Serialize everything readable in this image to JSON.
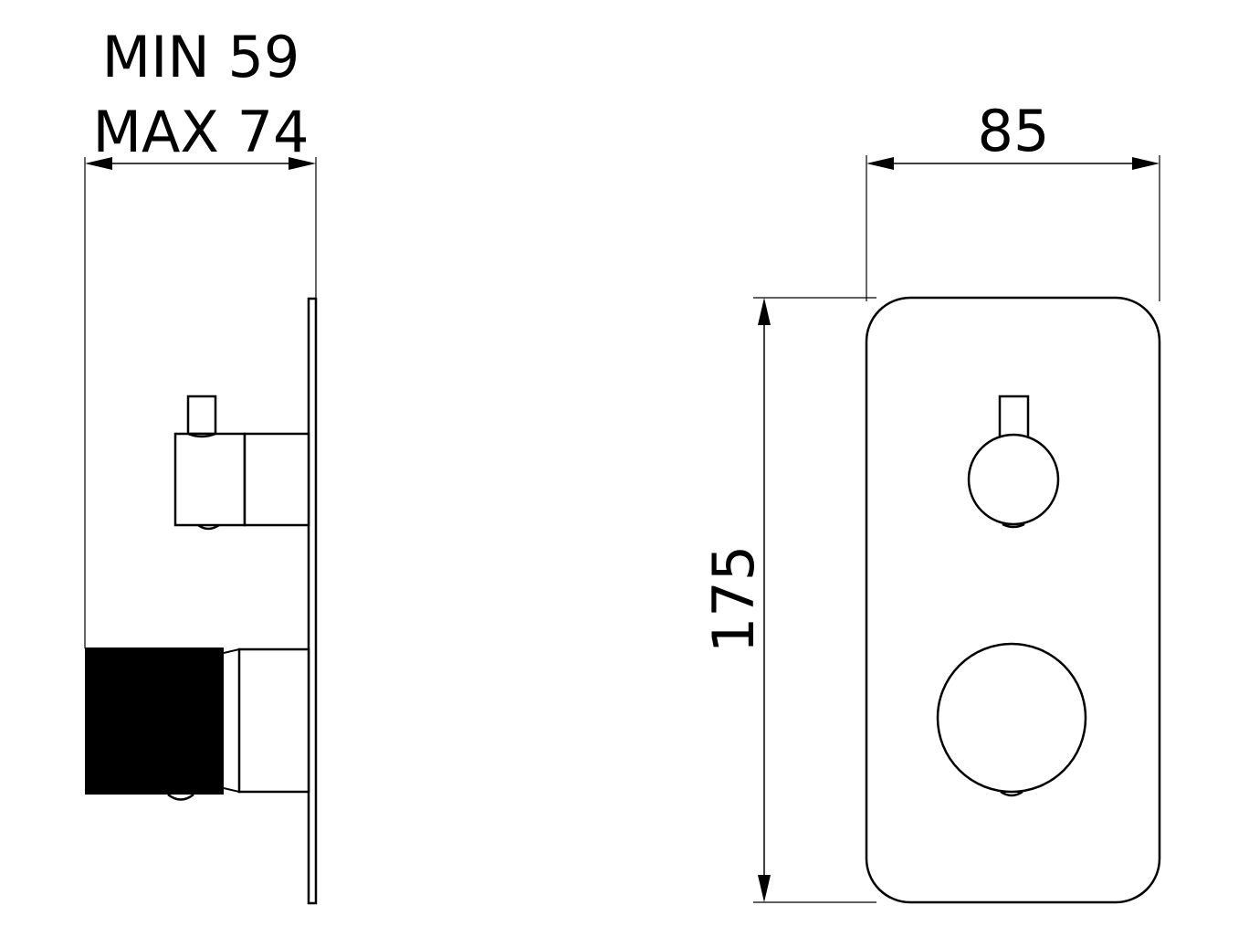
{
  "drawing": {
    "type": "technical-dimension-drawing",
    "subject": "built-in shower mixer with two controls",
    "units": "mm",
    "line_color": "#000000",
    "background": "#ffffff"
  },
  "side_view": {
    "depth_label_min": "MIN 59",
    "depth_label_max": "MAX 74",
    "depth_min": 59,
    "depth_max": 74
  },
  "front_view": {
    "width_label": "85",
    "height_label": "175",
    "width": 85,
    "height": 175
  }
}
